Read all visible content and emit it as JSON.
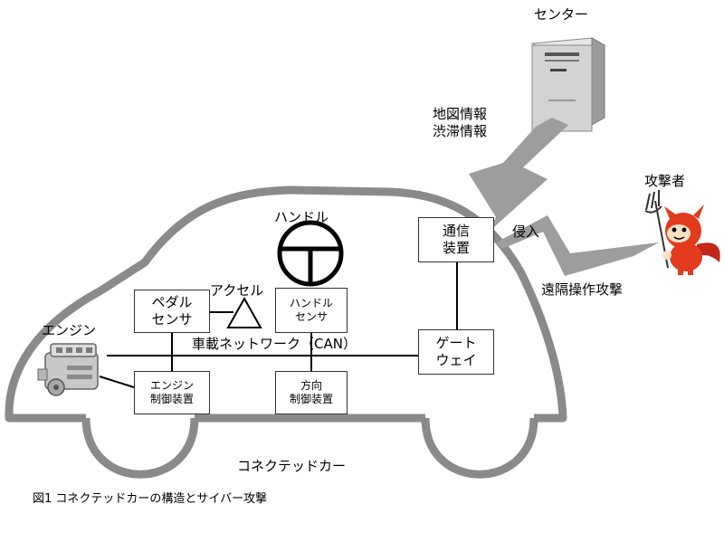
{
  "center_label": "センター",
  "center_data": [
    "地図情報",
    "渋滞情報"
  ],
  "attacker_label": "攻撃者",
  "intrusion_label": "侵入",
  "remote_attack_label": "遠隔操作攻撃",
  "handle_label": "ハンドル",
  "accel_label": "アクセル",
  "engine_label": "エンジン",
  "network_label": "車載ネットワーク（CAN）",
  "car_label": "コネクテッドカー",
  "caption": "図1 コネクテッドカーの構造とサイバー攻撃",
  "boxes": {
    "comm": [
      "通信",
      "装置"
    ],
    "pedal": [
      "ペダル",
      "センサ"
    ],
    "handle_sensor": [
      "ハンドル",
      "センサ"
    ],
    "gateway": [
      "ゲート",
      "ウェイ"
    ],
    "engine_ctrl": [
      "エンジン",
      "制御装置"
    ],
    "dir_ctrl": [
      "方向",
      "制御装置"
    ]
  },
  "colors": {
    "car_outline": "#8a8a8a",
    "lightning": "#9a9a9a",
    "server": "#cfcfcf",
    "devil": "#e23b1d",
    "line": "#000000"
  }
}
